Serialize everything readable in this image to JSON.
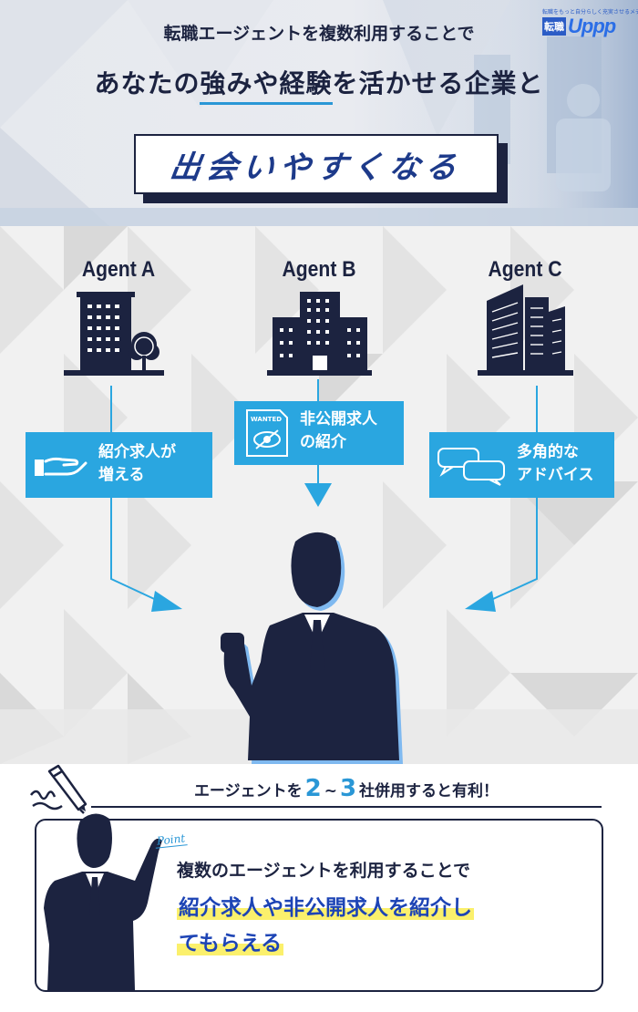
{
  "header": {
    "line1": "転職エージェントを複数利用することで",
    "line2_a": "あなたの",
    "line2_highlight": "強みや経験",
    "line2_b": "を活かせる企業と",
    "box_text": "出会いやすくなる",
    "logo_small": "転職をもっと自分らしく充実させるメディア",
    "logo_kanji": "転職",
    "logo_word": "Uppp"
  },
  "agents": [
    {
      "name": "Agent A",
      "feature_line1": "紹介求人が",
      "feature_line2": "増える",
      "icon": "hand-icon"
    },
    {
      "name": "Agent B",
      "feature_line1": "非公開求人",
      "feature_line2": "の紹介",
      "icon": "wanted-poster-icon",
      "icon_text": "WANTED"
    },
    {
      "name": "Agent C",
      "feature_line1": "多角的な",
      "feature_line2": "アドバイス",
      "icon": "speech-bubbles-icon"
    }
  ],
  "bottom": {
    "heading_a": "エージェントを",
    "heading_num1": "2",
    "heading_tilde": "~",
    "heading_num2": "3",
    "heading_b": "社併用すると有利！",
    "point_label": "Point",
    "point_line1": "複数のエージェントを利用することで",
    "point_line2": "紹介求人や非公開求人を紹介し",
    "point_line3": "てもらえる"
  },
  "colors": {
    "navy": "#1c2340",
    "accent_blue": "#2aa6e0",
    "highlight_yellow": "#fbf06c",
    "text_blue": "#1d44b5"
  }
}
